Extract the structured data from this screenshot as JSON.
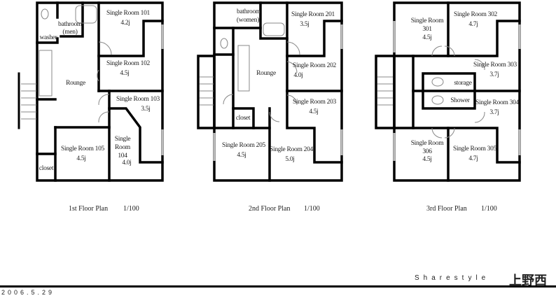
{
  "floors": [
    {
      "caption": "1st Floor Plan",
      "scale": "1/100",
      "rooms": {
        "r101": "Single Room 101",
        "r101s": "4.2j",
        "r102": "Single Room 102",
        "r102s": "4.5j",
        "r103": "Single Room 103",
        "r103s": "3.5j",
        "r104a": "Single",
        "r104b": "Room",
        "r104c": "104",
        "r104s": "4.0j",
        "r105": "Single Room 105",
        "r105s": "4.5j",
        "lounge": "Rounge",
        "bath1": "bathroom",
        "bath2": "(men)",
        "washer": "washer",
        "closet": "closet"
      }
    },
    {
      "caption": "2nd Floor Plan",
      "scale": "1/100",
      "rooms": {
        "r201": "Single Room 201",
        "r201s": "3.5j",
        "r202": "Single Room 202",
        "r202s": "4.0j",
        "r203": "Single Room 203",
        "r203s": "4.5j",
        "r204": "Single Room 204",
        "r204s": "5.0j",
        "r205": "Single Room 205",
        "r205s": "4.5j",
        "lounge": "Rounge",
        "bath1": "bathroom",
        "bath2": "(women)",
        "closet": "closet"
      }
    },
    {
      "caption": "3rd Floor Plan",
      "scale": "1/100",
      "rooms": {
        "r301a": "Single Room",
        "r301b": "301",
        "r301s": "4.5j",
        "r302": "Single Room 302",
        "r302s": "4.7j",
        "r303": "Single Room 303",
        "r303s": "3.7j",
        "r304": "Single Room 304",
        "r304s": "3.7j",
        "r305": "Single Room 305",
        "r305s": "4.7j",
        "r306a": "Single Room",
        "r306b": "306",
        "r306s": "4.5j",
        "storage": "storage",
        "shower": "Shower"
      }
    }
  ],
  "footer": {
    "brand": "Sharestyle",
    "brand_kanji": "上野西",
    "date": "2006.5.29"
  }
}
